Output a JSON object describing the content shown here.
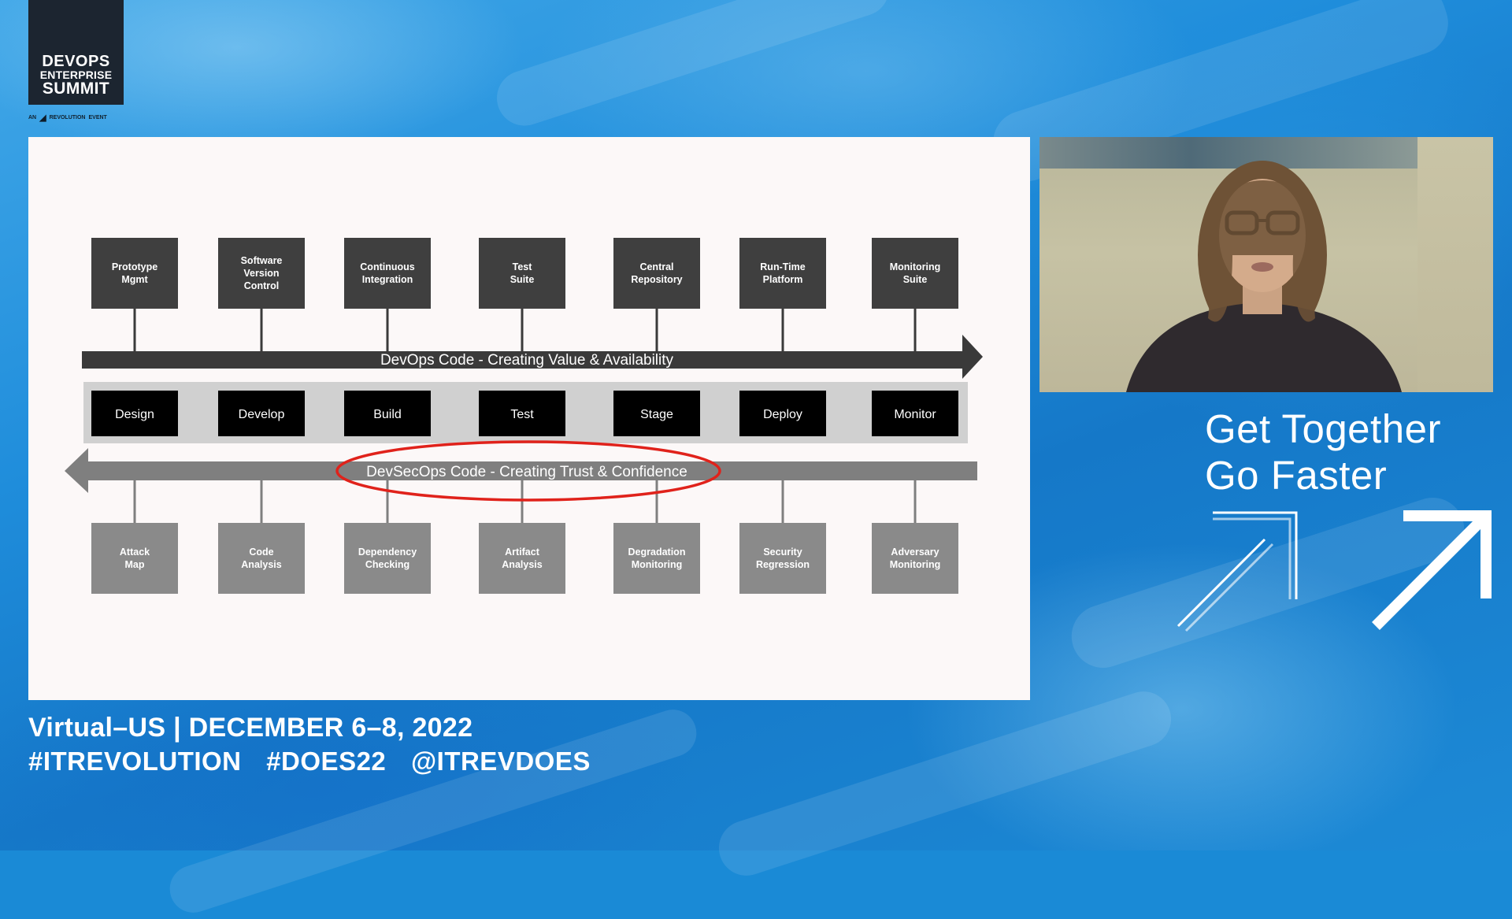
{
  "branding": {
    "logo_line1": "DEVOPS",
    "logo_line2": "ENTERPRISE",
    "logo_line3": "SUMMIT",
    "logo_sub_prefix": "AN",
    "logo_sub_brand": "REVOLUTION",
    "logo_sub_suffix": "EVENT"
  },
  "slide": {
    "top_tools": [
      "Prototype Mgmt",
      "Software Version Control",
      "Continuous Integration",
      "Test Suite",
      "Central Repository",
      "Run-Time Platform",
      "Monitoring Suite"
    ],
    "devops_bar_label": "DevOps Code - Creating Value & Availability",
    "stages": [
      "Design",
      "Develop",
      "Build",
      "Test",
      "Stage",
      "Deploy",
      "Monitor"
    ],
    "devsecops_bar_label": "DevSecOps Code - Creating Trust & Confidence",
    "bottom_tools": [
      "Attack Map",
      "Code Analysis",
      "Dependency Checking",
      "Artifact Analysis",
      "Degradation Monitoring",
      "Security Regression",
      "Adversary Monitoring"
    ],
    "colors": {
      "top_box": "#3f3f3f",
      "devops_bar": "#3a3a3a",
      "stage_box": "#000000",
      "stage_band": "#d0d0d0",
      "devsecops_bar": "#7f7f7f",
      "bottom_box": "#8a8a8a",
      "highlight_ellipse": "#e0221b"
    }
  },
  "tagline": {
    "line1": "Get Together",
    "line2": "Go Faster"
  },
  "footer": {
    "event_info": "Virtual–US | DECEMBER 6–8, 2022",
    "hashtag1": "#ITREVOLUTION",
    "hashtag2": "#DOES22",
    "handle": "@ITREVDOES"
  },
  "icons": [
    "outline-arrow-up-right-icon",
    "arrow-up-right-icon"
  ]
}
